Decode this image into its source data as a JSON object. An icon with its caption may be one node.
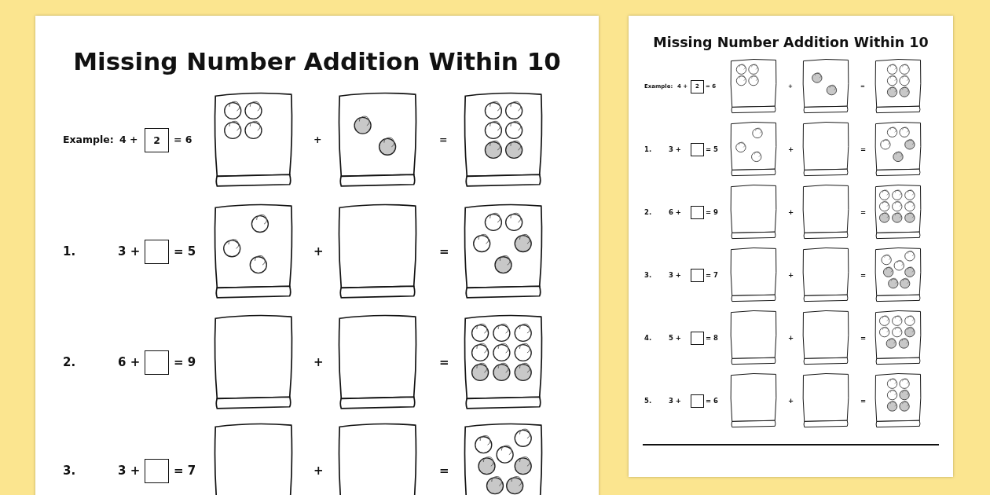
{
  "diagram": {
    "nodes": [
      {
        "text": [
          "Missing Number Addition Within 10"
        ]
      },
      {
        "text": [
          "2"
        ],
        "in": 0
      },
      {
        "text": [],
        "shape": "box",
        "in": 0
      },
      {
        "text": [],
        "shape": "box",
        "in": 0
      },
      {
        "text": [],
        "shape": "box",
        "in": 0
      },
      {
        "text": [
          "Missing Number Addition Within 10"
        ]
      },
      {
        "text": [
          "2"
        ],
        "in": 5
      },
      {
        "text": [],
        "shape": "box",
        "in": 5
      },
      {
        "text": [],
        "shape": "box",
        "in": 5
      },
      {
        "text": [],
        "shape": "box",
        "in": 5
      },
      {
        "text": [],
        "shape": "box",
        "in": 5
      },
      {
        "text": [],
        "shape": "box",
        "in": 5
      }
    ],
    "labels": [
      "Example:",
      "4 +",
      "= 6",
      "+",
      "=",
      "1.",
      "3 +",
      "= 5",
      "+",
      "=",
      "2.",
      "6 +",
      "= 9",
      "+",
      "=",
      "3.",
      "3 +",
      "= 7",
      "+",
      "=",
      "Example:",
      "4 +",
      "= 6",
      "+",
      "=",
      "1.",
      "3 +",
      "= 5",
      "+",
      "=",
      "2.",
      "6 +",
      "= 9",
      "+",
      "=",
      "3.",
      "3 +",
      "= 7",
      "+",
      "=",
      "4.",
      "5 +",
      "= 8",
      "+",
      "=",
      "5.",
      "3 +",
      "= 6",
      "+",
      "="
    ]
  }
}
